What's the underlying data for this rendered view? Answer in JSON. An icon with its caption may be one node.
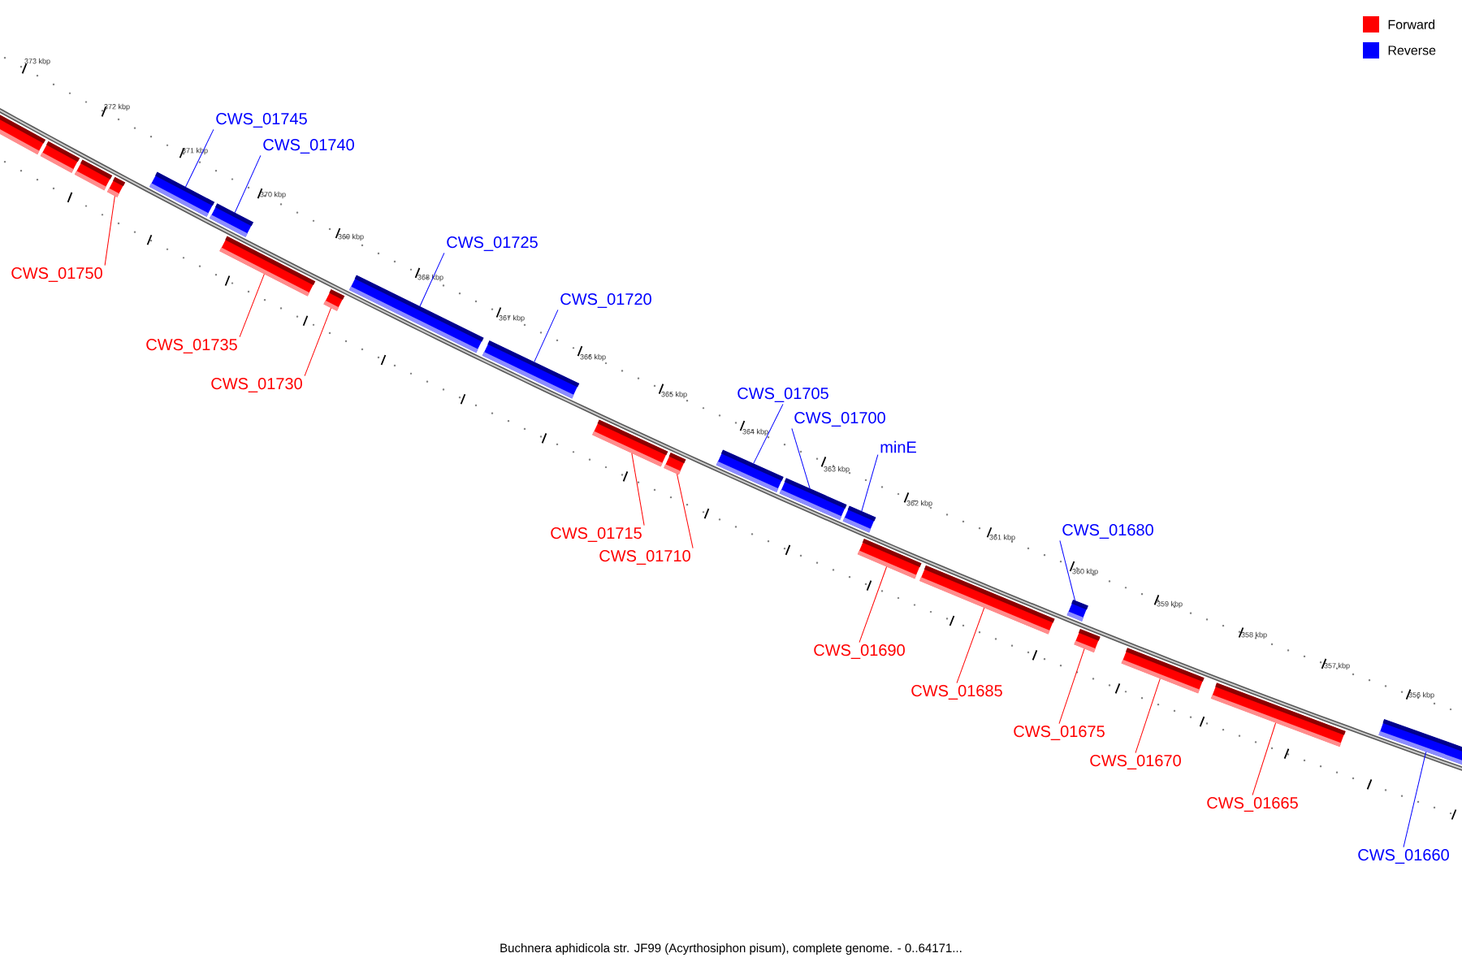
{
  "diagram": {
    "caption": "Buchnera aphidicola str. JF99 (Acyrthosiphon pisum), complete genome. - 0..64171...",
    "nodes": [
      {
        "text": [],
        "shape": "bar"
      },
      {
        "text": [],
        "shape": "bar"
      },
      {
        "text": [],
        "shape": "bar"
      },
      {
        "text": [],
        "shape": "bar"
      },
      {
        "text": [],
        "shape": "bar"
      },
      {
        "text": [],
        "shape": "bar"
      },
      {
        "text": [],
        "shape": "bar"
      },
      {
        "text": [],
        "shape": "bar"
      },
      {
        "text": [],
        "shape": "bar"
      },
      {
        "text": [],
        "shape": "bar"
      },
      {
        "text": [],
        "shape": "bar"
      },
      {
        "text": [],
        "shape": "bar"
      },
      {
        "text": [],
        "shape": "bar"
      },
      {
        "text": [],
        "shape": "bar"
      },
      {
        "text": [],
        "shape": "bar"
      },
      {
        "text": [],
        "shape": "bar"
      },
      {
        "text": [],
        "shape": "bar"
      },
      {
        "text": [],
        "shape": "bar"
      },
      {
        "text": [],
        "shape": "bar"
      },
      {
        "text": [],
        "shape": "bar"
      },
      {
        "text": [],
        "shape": "bar"
      },
      {
        "text": [],
        "shape": "bar"
      },
      {
        "text": [
          "CWS_01750"
        ]
      },
      {
        "text": [
          "CWS_01745"
        ]
      },
      {
        "text": [
          "CWS_01740"
        ]
      },
      {
        "text": [
          "CWS_01735"
        ]
      },
      {
        "text": [
          "CWS_01730"
        ]
      },
      {
        "text": [
          "CWS_01725"
        ]
      },
      {
        "text": [
          "CWS_01720"
        ]
      },
      {
        "text": [
          "CWS_01715"
        ]
      },
      {
        "text": [
          "CWS_01710"
        ]
      },
      {
        "text": [
          "CWS_01705"
        ]
      },
      {
        "text": [
          "CWS_01700"
        ]
      },
      {
        "text": [
          "minE"
        ]
      },
      {
        "text": [
          "CWS_01690"
        ]
      },
      {
        "text": [
          "CWS_01685"
        ]
      },
      {
        "text": [
          "CWS_01680"
        ]
      },
      {
        "text": [
          "CWS_01675"
        ]
      },
      {
        "text": [
          "CWS_01670"
        ]
      },
      {
        "text": [
          "CWS_01665"
        ]
      },
      {
        "text": [
          "CWS_01660"
        ]
      }
    ],
    "edges": [
      {
        "from": 22,
        "to": 3,
        "arrow": "none"
      },
      {
        "from": 23,
        "to": 4,
        "arrow": "none",
        "color": "#0000ff"
      },
      {
        "from": 24,
        "to": 5,
        "arrow": "none",
        "color": "#0000ff"
      },
      {
        "from": 25,
        "to": 6,
        "arrow": "none"
      },
      {
        "from": 26,
        "to": 7,
        "arrow": "none"
      },
      {
        "from": 27,
        "to": 8,
        "arrow": "none",
        "color": "#0000ff"
      },
      {
        "from": 28,
        "to": 9,
        "arrow": "none",
        "color": "#0000ff"
      },
      {
        "from": 29,
        "to": 10,
        "arrow": "none"
      },
      {
        "from": 30,
        "to": 11,
        "arrow": "none"
      },
      {
        "from": 31,
        "to": 12,
        "arrow": "none",
        "color": "#0000ff"
      },
      {
        "from": 32,
        "to": 13,
        "arrow": "none",
        "color": "#0000ff"
      },
      {
        "from": 33,
        "to": 14,
        "arrow": "none",
        "color": "#0000ff"
      },
      {
        "from": 34,
        "to": 15,
        "arrow": "none"
      },
      {
        "from": 35,
        "to": 16,
        "arrow": "none"
      },
      {
        "from": 36,
        "to": 17,
        "arrow": "none",
        "color": "#0000ff"
      },
      {
        "from": 37,
        "to": 18,
        "arrow": "none"
      },
      {
        "from": 38,
        "to": 19,
        "arrow": "none"
      },
      {
        "from": 39,
        "to": 20,
        "arrow": "none"
      },
      {
        "from": 40,
        "to": 21,
        "arrow": "none",
        "color": "#0000ff"
      }
    ],
    "labels": [
      "373 kbp",
      "372 kbp",
      "371 kbp",
      "370 kbp",
      "369 kbp",
      "368 kbp",
      "367 kbp",
      "366 kbp",
      "365 kbp",
      "364 kbp",
      "363 kbp",
      "362 kbp",
      "361 kbp",
      "360 kbp",
      "359 kbp",
      "358 kbp",
      "357 kbp",
      "356 kbp"
    ],
    "legend": [
      {
        "text": "Forward",
        "color": "#ff0000"
      },
      {
        "text": "Reverse",
        "color": "#0000ff"
      }
    ]
  }
}
